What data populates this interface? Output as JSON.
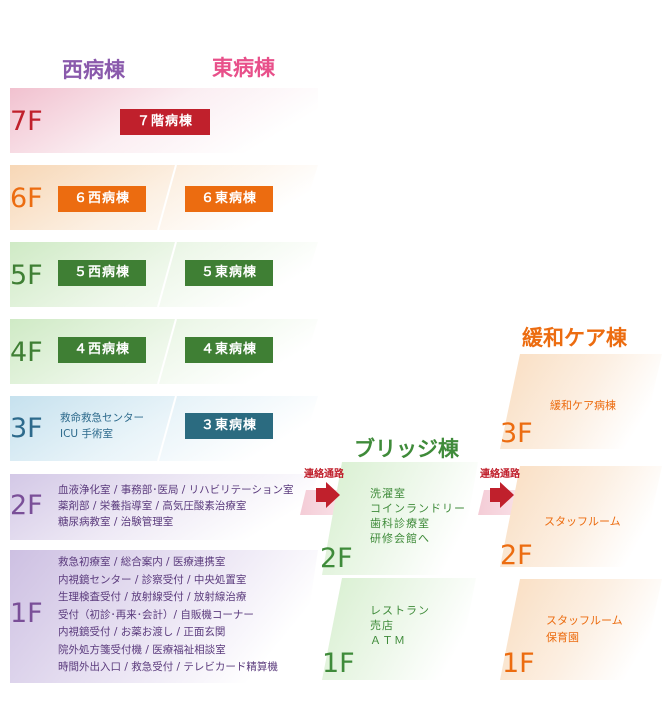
{
  "headers": {
    "west": "西病棟",
    "east": "東病棟",
    "palliative": "緩和ケア棟",
    "bridge": "ブリッジ棟"
  },
  "colors": {
    "red": "#c0202c",
    "orange": "#ec6c10",
    "green": "#3f7f34",
    "greenText": "#3f8b3a",
    "teal": "#2b6b80",
    "tealText": "#2d6a8c",
    "purple": "#7a4f98",
    "westTitle": "#8a5aac",
    "eastTitle": "#e8508a",
    "pink": "#f1c1cf",
    "peach": "#f7d7b6",
    "lightGreen": "#cfeac5",
    "lightBlue": "#c6e1ee",
    "lavender": "#d3c8e6"
  },
  "main": {
    "7F": {
      "label": "7F",
      "badge": "７階病棟"
    },
    "6F": {
      "label": "6F",
      "west": "６西病棟",
      "east": "６東病棟"
    },
    "5F": {
      "label": "5F",
      "west": "５西病棟",
      "east": "５東病棟"
    },
    "4F": {
      "label": "4F",
      "west": "４西病棟",
      "east": "４東病棟"
    },
    "3F": {
      "label": "3F",
      "west": [
        "救命救急センター",
        "ICU 手術室"
      ],
      "east": "３東病棟"
    },
    "2F": {
      "label": "2F",
      "lines": [
        "血液浄化室 / 事務部･医局 / リハビリテーション室",
        "薬剤部 / 栄養指導室 / 高気圧酸素治療室",
        "糖尿病教室 / 治験管理室"
      ]
    },
    "1F": {
      "label": "1F",
      "lines": [
        "救急初療室 / 総合案内 / 医療連携室",
        "内視鏡センター / 診察受付 / 中央処置室",
        "生理検査受付 / 放射線受付 / 放射線治療",
        "受付（初診･再来･会計）/ 自販機コーナー",
        "内視鏡受付 / お薬お渡し / 正面玄関",
        "院外処方箋受付機 / 医療福祉相談室",
        "時間外出入口 / 救急受付 / テレビカード精算機"
      ]
    }
  },
  "bridge": {
    "2F": {
      "label": "2F",
      "lines": [
        "洗濯室",
        "コインランドリー",
        "歯科診療室",
        "研修会館へ"
      ]
    },
    "1F": {
      "label": "1F",
      "lines": [
        "レストラン",
        "売店",
        "ＡＴＭ"
      ]
    }
  },
  "palliative": {
    "3F": {
      "label": "3F",
      "lines": [
        "緩和ケア病棟"
      ]
    },
    "2F": {
      "label": "2F",
      "lines": [
        "スタッフルーム"
      ]
    },
    "1F": {
      "label": "1F",
      "lines": [
        "スタッフルーム",
        "保育園"
      ]
    }
  },
  "links": {
    "left": "連絡通路",
    "right": "連絡通路"
  }
}
